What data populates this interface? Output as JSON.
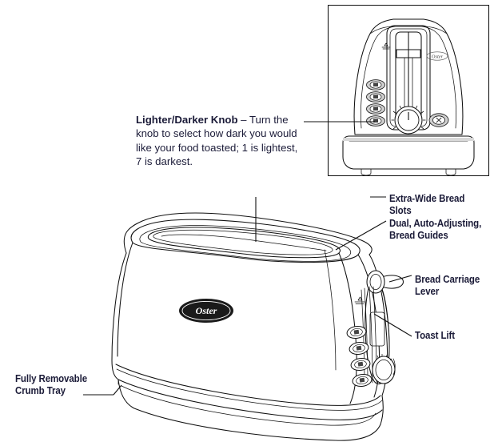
{
  "figure": {
    "type": "labeled-product-diagram",
    "subject": "Oster toaster",
    "brand_logo_text": "Oster"
  },
  "inset": {
    "name": "top-view-control-panel-inset",
    "description": "Boxed top-down view of toaster showing slot, knob, buttons and cancel button",
    "controls": {
      "function_buttons_count": 4,
      "cancel_button": true,
      "lighter_darker_knob": true
    }
  },
  "knob_callout": {
    "lead": "Lighter/Darker Knob",
    "dash": " – ",
    "body": "Turn the knob to select how dark you would like your food toasted; 1 is lightest, 7 is darkest.",
    "full_text": "Lighter/Darker Knob – Turn the knob to select how dark you would like your food toasted; 1 is lightest, 7 is darkest."
  },
  "labels": {
    "extra_wide_bread_slots": "Extra-Wide Bread Slots",
    "dual_auto_adjusting_bread_guides": "Dual, Auto-Adjusting,\nBread Guides",
    "bread_carriage_lever": "Bread Carriage\nLever",
    "toast_lift": "Toast Lift",
    "fully_removable_crumb_tray": "Fully Removable\nCrumb Tray"
  },
  "colors": {
    "label_text": "#1b1b38",
    "line_art": "#000000",
    "background": "#ffffff",
    "logo_fill": "#1a1a1a",
    "logo_text": "#ffffff"
  }
}
